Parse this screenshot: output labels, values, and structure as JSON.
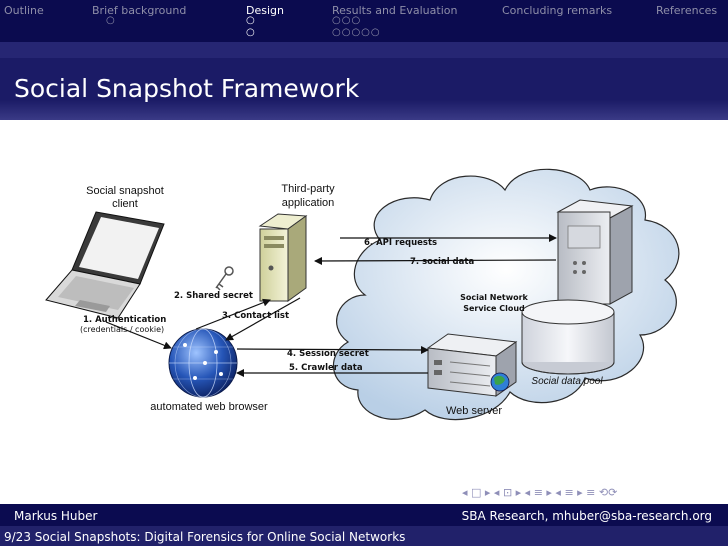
{
  "nav": {
    "items": [
      "Outline",
      "Brief background",
      "Design",
      "Results and Evaluation",
      "Concluding remarks",
      "References"
    ],
    "active_index": 2,
    "dots": {
      "brief": "○",
      "design_row1": "○",
      "design_row2": "○",
      "results_row1": "○○○",
      "results_row2": "○○○○○"
    }
  },
  "frame": {
    "title": "Social Snapshot Framework"
  },
  "diagram": {
    "client_label_line1": "Social snapshot",
    "client_label_line2": "client",
    "third_party_line1": "Third-party",
    "third_party_line2": "application",
    "step1": "1. Authentication",
    "step1_sub": "(credentials / cookie)",
    "step2": "2. Shared secret",
    "step3": "3. Contact list",
    "step4": "4. Session secret",
    "step5": "5. Crawler data",
    "step6": "6. API requests",
    "step7": "7. social data",
    "cloud_line1": "Social Network",
    "cloud_line2": "Service Cloud",
    "data_pool": "Social data pool",
    "web_server": "Web server",
    "browser": "automated web browser"
  },
  "nav_symbols": "◂ □ ▸ ◂ ⊡ ▸ ◂ ≡ ▸ ◂ ≡ ▸ ≡ ⟲⟳",
  "footer": {
    "author": "Markus Huber",
    "institution": "SBA Research, mhuber@sba-research.org",
    "slide_info": "9/23  Social Snapshots: Digital Forensics for Online Social Networks"
  },
  "colors": {
    "nav_bg": "#0b0b4f",
    "title_bg": "#1b1b66",
    "cloud_fill": "#cfdff0",
    "arrow_label_bg": "#2a4fa8"
  }
}
